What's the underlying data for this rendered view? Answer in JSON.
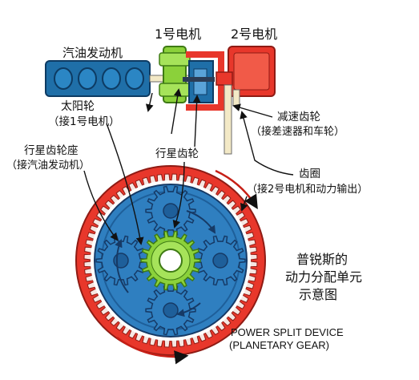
{
  "labels": {
    "motor1": "1号电机",
    "motor2": "2号电机",
    "engine": "汽油发动机",
    "sun_gear_1": "太阳轮",
    "sun_gear_2": "（接1号电机）",
    "reduction_1": "减速齿轮",
    "reduction_2": "（接差速器和车轮）",
    "carrier_1": "行星齿轮座",
    "carrier_2": "（接汽油发动机）",
    "planet_gear": "行星齿轮",
    "ring_gear_1": "齿圈",
    "ring_gear_2": "（接2号电机和动力输出）",
    "title_1": "普锐斯的",
    "title_2": "动力分配单元",
    "title_3": "示意图",
    "caption_1": "POWER SPLIT DEVICE",
    "caption_2": "(PLANETARY GEAR)"
  },
  "colors": {
    "engine": "#1f6fa8",
    "motor1": "#8bd13a",
    "motor2": "#e8372b",
    "ring": "#e8372b",
    "carrier": "#2f7fc0",
    "planet": "#2f7fc0",
    "sun": "#8bd13a",
    "shaft": "#f3e9c6"
  }
}
